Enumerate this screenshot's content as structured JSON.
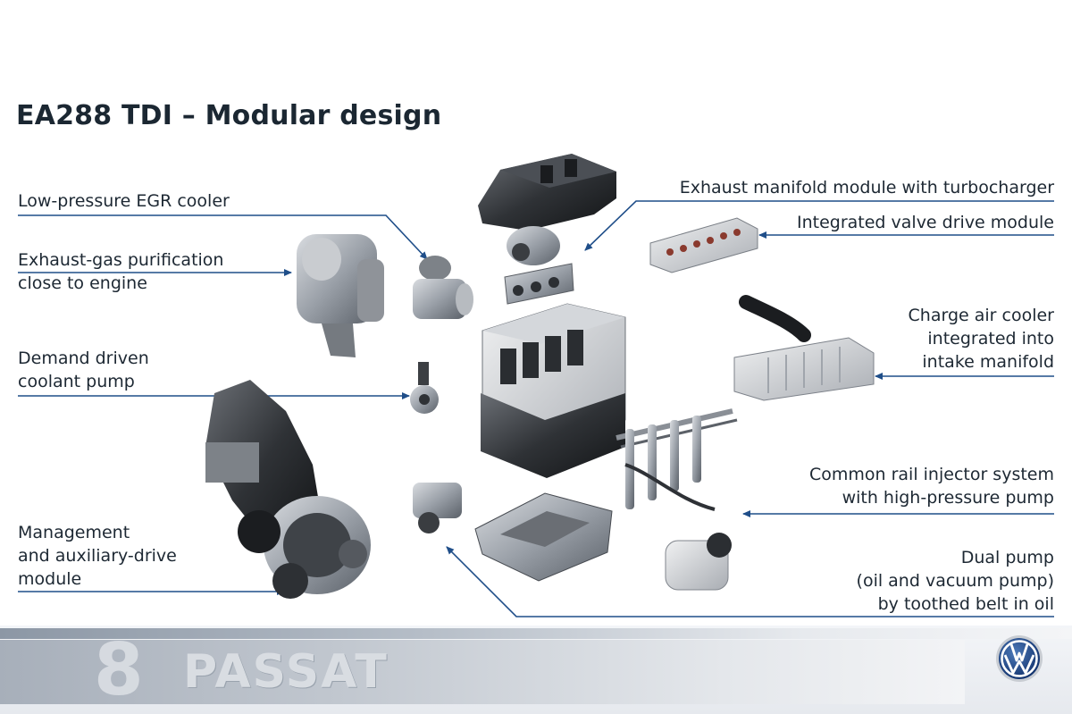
{
  "slide": {
    "title": "EA288 TDI – Modular design",
    "labels": {
      "egr_cooler": [
        "Low-pressure EGR cooler"
      ],
      "exhaust_purification": [
        "Exhaust-gas purification",
        "close to engine"
      ],
      "coolant_pump": [
        "Demand driven",
        "coolant pump"
      ],
      "management": [
        "Management",
        "and auxiliary-drive",
        "module"
      ],
      "exhaust_manifold": [
        "Exhaust manifold module with turbocharger"
      ],
      "valve_drive": [
        "Integrated valve drive module"
      ],
      "charge_air": [
        "Charge air cooler",
        "integrated into",
        "intake manifold"
      ],
      "common_rail": [
        "Common rail injector system",
        "with high-pressure pump"
      ],
      "dual_pump": [
        "Dual pump",
        "(oil and vacuum pump)",
        "by toothed belt in oil"
      ]
    }
  },
  "footer": {
    "watermark": "PASSAT",
    "watermark_mark": "8"
  },
  "colors": {
    "title": "#1b2732",
    "callout_line": "#1f4e89",
    "vw_blue": "#0f2f6a"
  },
  "icons": [
    "vw-logo-icon"
  ]
}
